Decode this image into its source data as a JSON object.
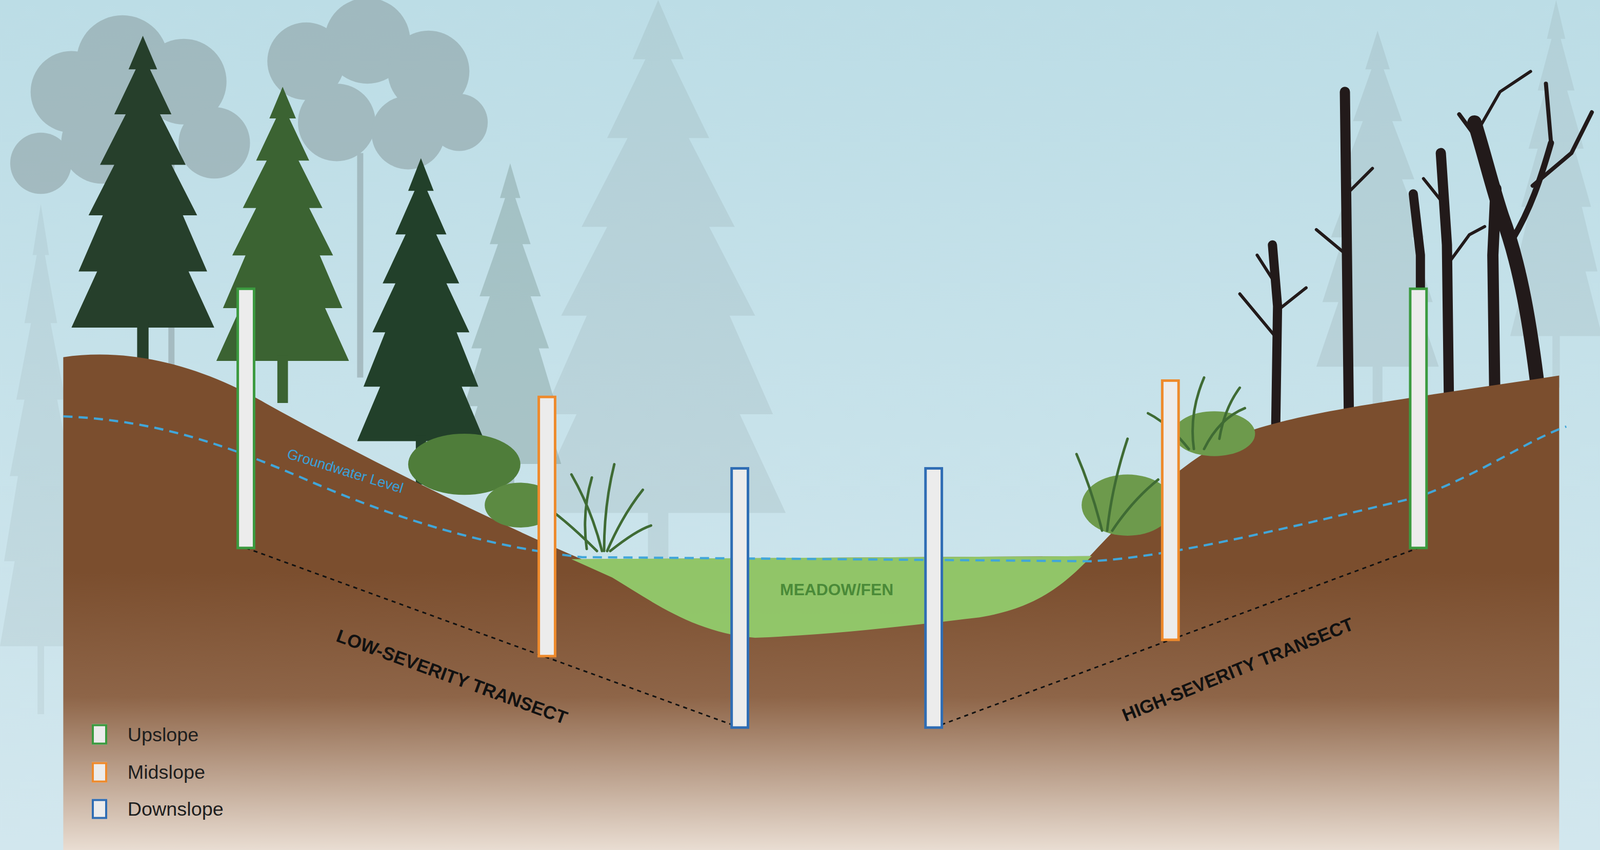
{
  "diagram": {
    "labels": [
      "Groundwater Level",
      "MEADOW/FEN",
      "LOW-SEVERITY TRANSECT",
      "HIGH-SEVERITY TRANSECT"
    ],
    "legend": [
      {
        "text": "Upslope",
        "color": "#3b9a3f"
      },
      {
        "text": "Midslope",
        "color": "#ee8a2c"
      },
      {
        "text": "Downslope",
        "color": "#2f6db4"
      }
    ]
  }
}
